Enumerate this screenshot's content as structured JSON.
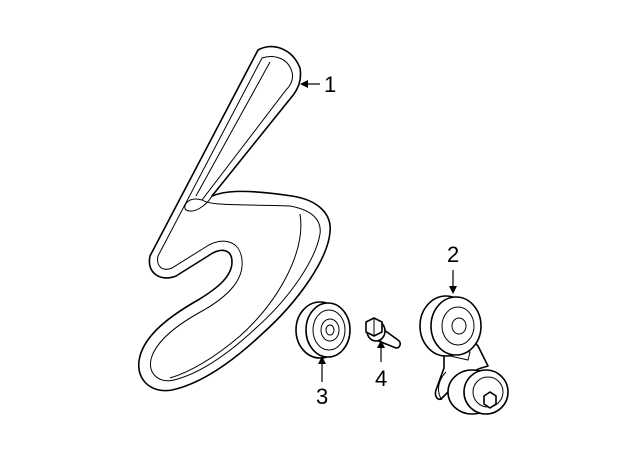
{
  "callouts": {
    "belt": "1",
    "tensioner": "2",
    "idler_pulley": "3",
    "bolt": "4"
  }
}
